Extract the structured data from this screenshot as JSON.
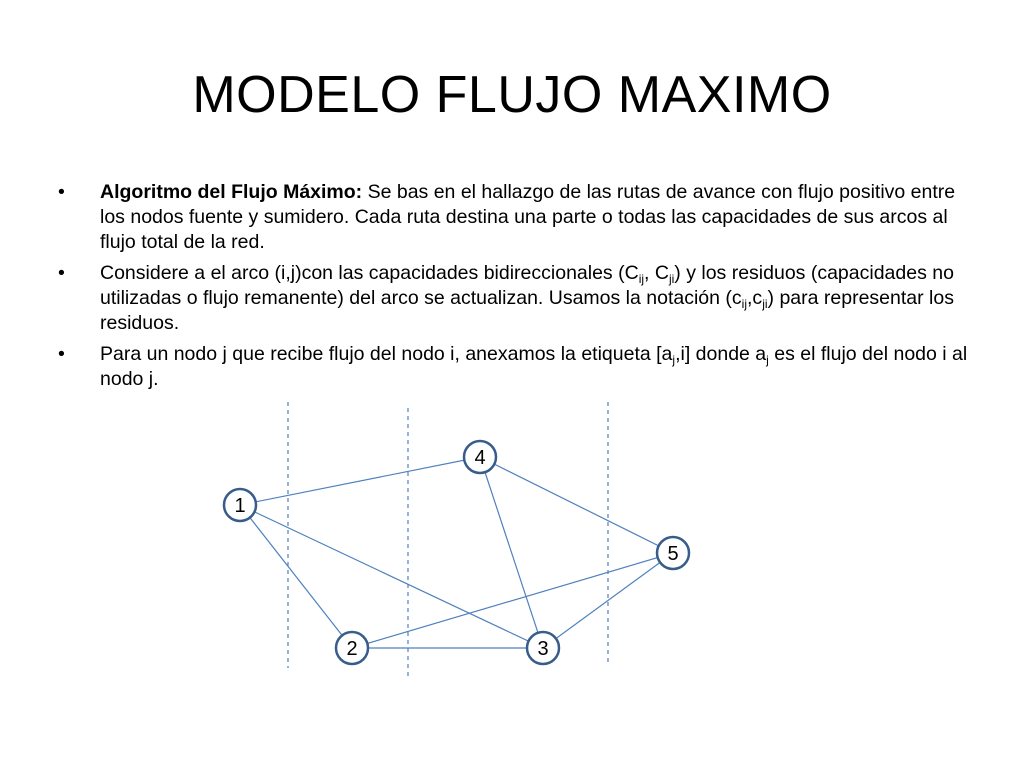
{
  "slide": {
    "title": "MODELO FLUJO MAXIMO",
    "bullets": [
      {
        "marker": "•",
        "bold_lead": "Algoritmo del Flujo Máximo:",
        "text": " Se bas en el hallazgo de las rutas de avance con flujo positivo entre los nodos fuente y sumidero. Cada ruta destina una parte o todas las capacidades de sus arcos al flujo total de la red."
      },
      {
        "marker": "•",
        "p1": "Considere a el arco (i,j)con las capacidades bidireccionales (C",
        "s1": "ij",
        "p2": ", C",
        "s2": "ji",
        "p3": ") y los residuos (capacidades no utilizadas o flujo remanente) del arco se actualizan. Usamos la notación (c",
        "s3": "ij",
        "p4": ",c",
        "s4": "ji",
        "p5": ") para representar los residuos."
      },
      {
        "marker": "•",
        "p1": "Para un nodo j que recibe flujo del nodo i, anexamos la etiqueta [a",
        "s1": "j",
        "p2": ",i] donde a",
        "s2": "j",
        "p3": " es el flujo del nodo i al nodo j."
      }
    ]
  },
  "diagram": {
    "nodes": [
      {
        "id": "1",
        "label": "1"
      },
      {
        "id": "2",
        "label": "2"
      },
      {
        "id": "3",
        "label": "3"
      },
      {
        "id": "4",
        "label": "4"
      },
      {
        "id": "5",
        "label": "5"
      }
    ],
    "edges": [
      {
        "from": "1",
        "to": "4"
      },
      {
        "from": "1",
        "to": "2"
      },
      {
        "from": "1",
        "to": "3"
      },
      {
        "from": "4",
        "to": "3"
      },
      {
        "from": "4",
        "to": "5"
      },
      {
        "from": "2",
        "to": "5"
      },
      {
        "from": "2",
        "to": "3"
      },
      {
        "from": "3",
        "to": "5"
      }
    ],
    "colors": {
      "edge": "#4f81bd",
      "node_border": "#385d8a",
      "cut_line": "#4f81bd"
    }
  }
}
